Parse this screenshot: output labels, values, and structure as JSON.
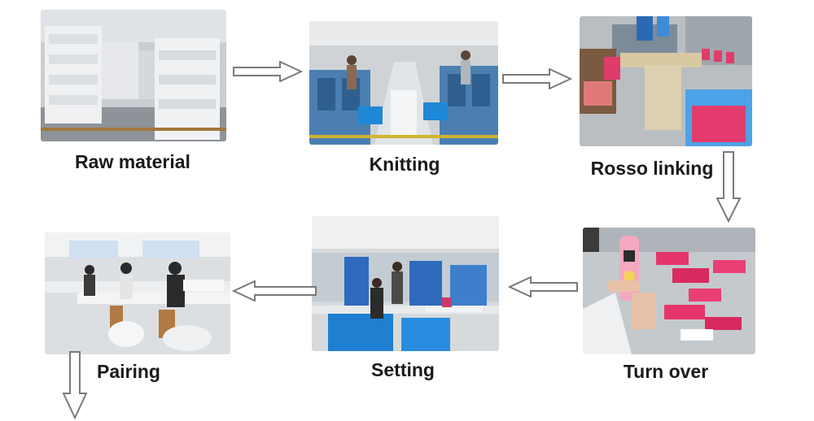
{
  "steps": [
    {
      "label": "Raw material",
      "photo": "warehouse-photo"
    },
    {
      "label": "Knitting",
      "photo": "knitting-machines-photo"
    },
    {
      "label": "Rosso linking",
      "photo": "linking-machine-photo"
    },
    {
      "label": "Turn over",
      "photo": "turning-socks-photo"
    },
    {
      "label": "Setting",
      "photo": "setting-workshop-photo"
    },
    {
      "label": "Pairing",
      "photo": "pairing-workers-photo"
    }
  ],
  "arrows": [
    "arrow-right",
    "arrow-right",
    "arrow-down",
    "arrow-left",
    "arrow-left",
    "arrow-down"
  ],
  "colors": {
    "arrow_stroke": "#7a7a7a",
    "arrow_fill": "#ffffff",
    "label_text": "#1a1a1a"
  }
}
